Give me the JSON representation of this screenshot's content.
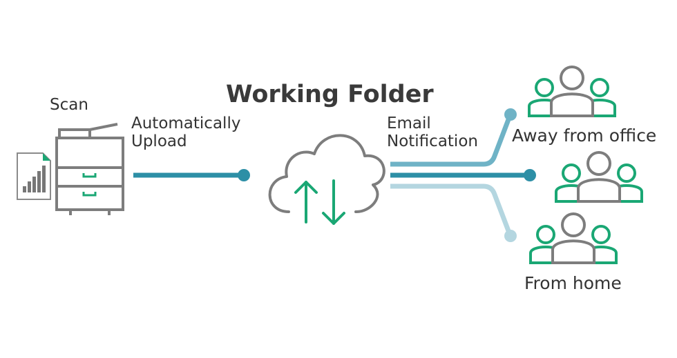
{
  "title": "Working Folder",
  "labels": {
    "scan": "Scan",
    "upload": "Automatically\nUpload",
    "email": "Email\nNotification",
    "away": "Away from office",
    "home": "From home"
  },
  "icons": {
    "document": "document-chart-icon",
    "printer": "multifunction-printer-icon",
    "cloud": "cloud-sync-icon",
    "groups": [
      "user-group-icon",
      "user-group-icon",
      "user-group-icon"
    ]
  },
  "colors": {
    "printer_gray": "#7d7d7d",
    "accent_green": "#1aa774",
    "line_dark": "#2d8fa6",
    "line_mid": "#6fb3c6",
    "line_light": "#b4d6e0",
    "text": "#333333"
  }
}
